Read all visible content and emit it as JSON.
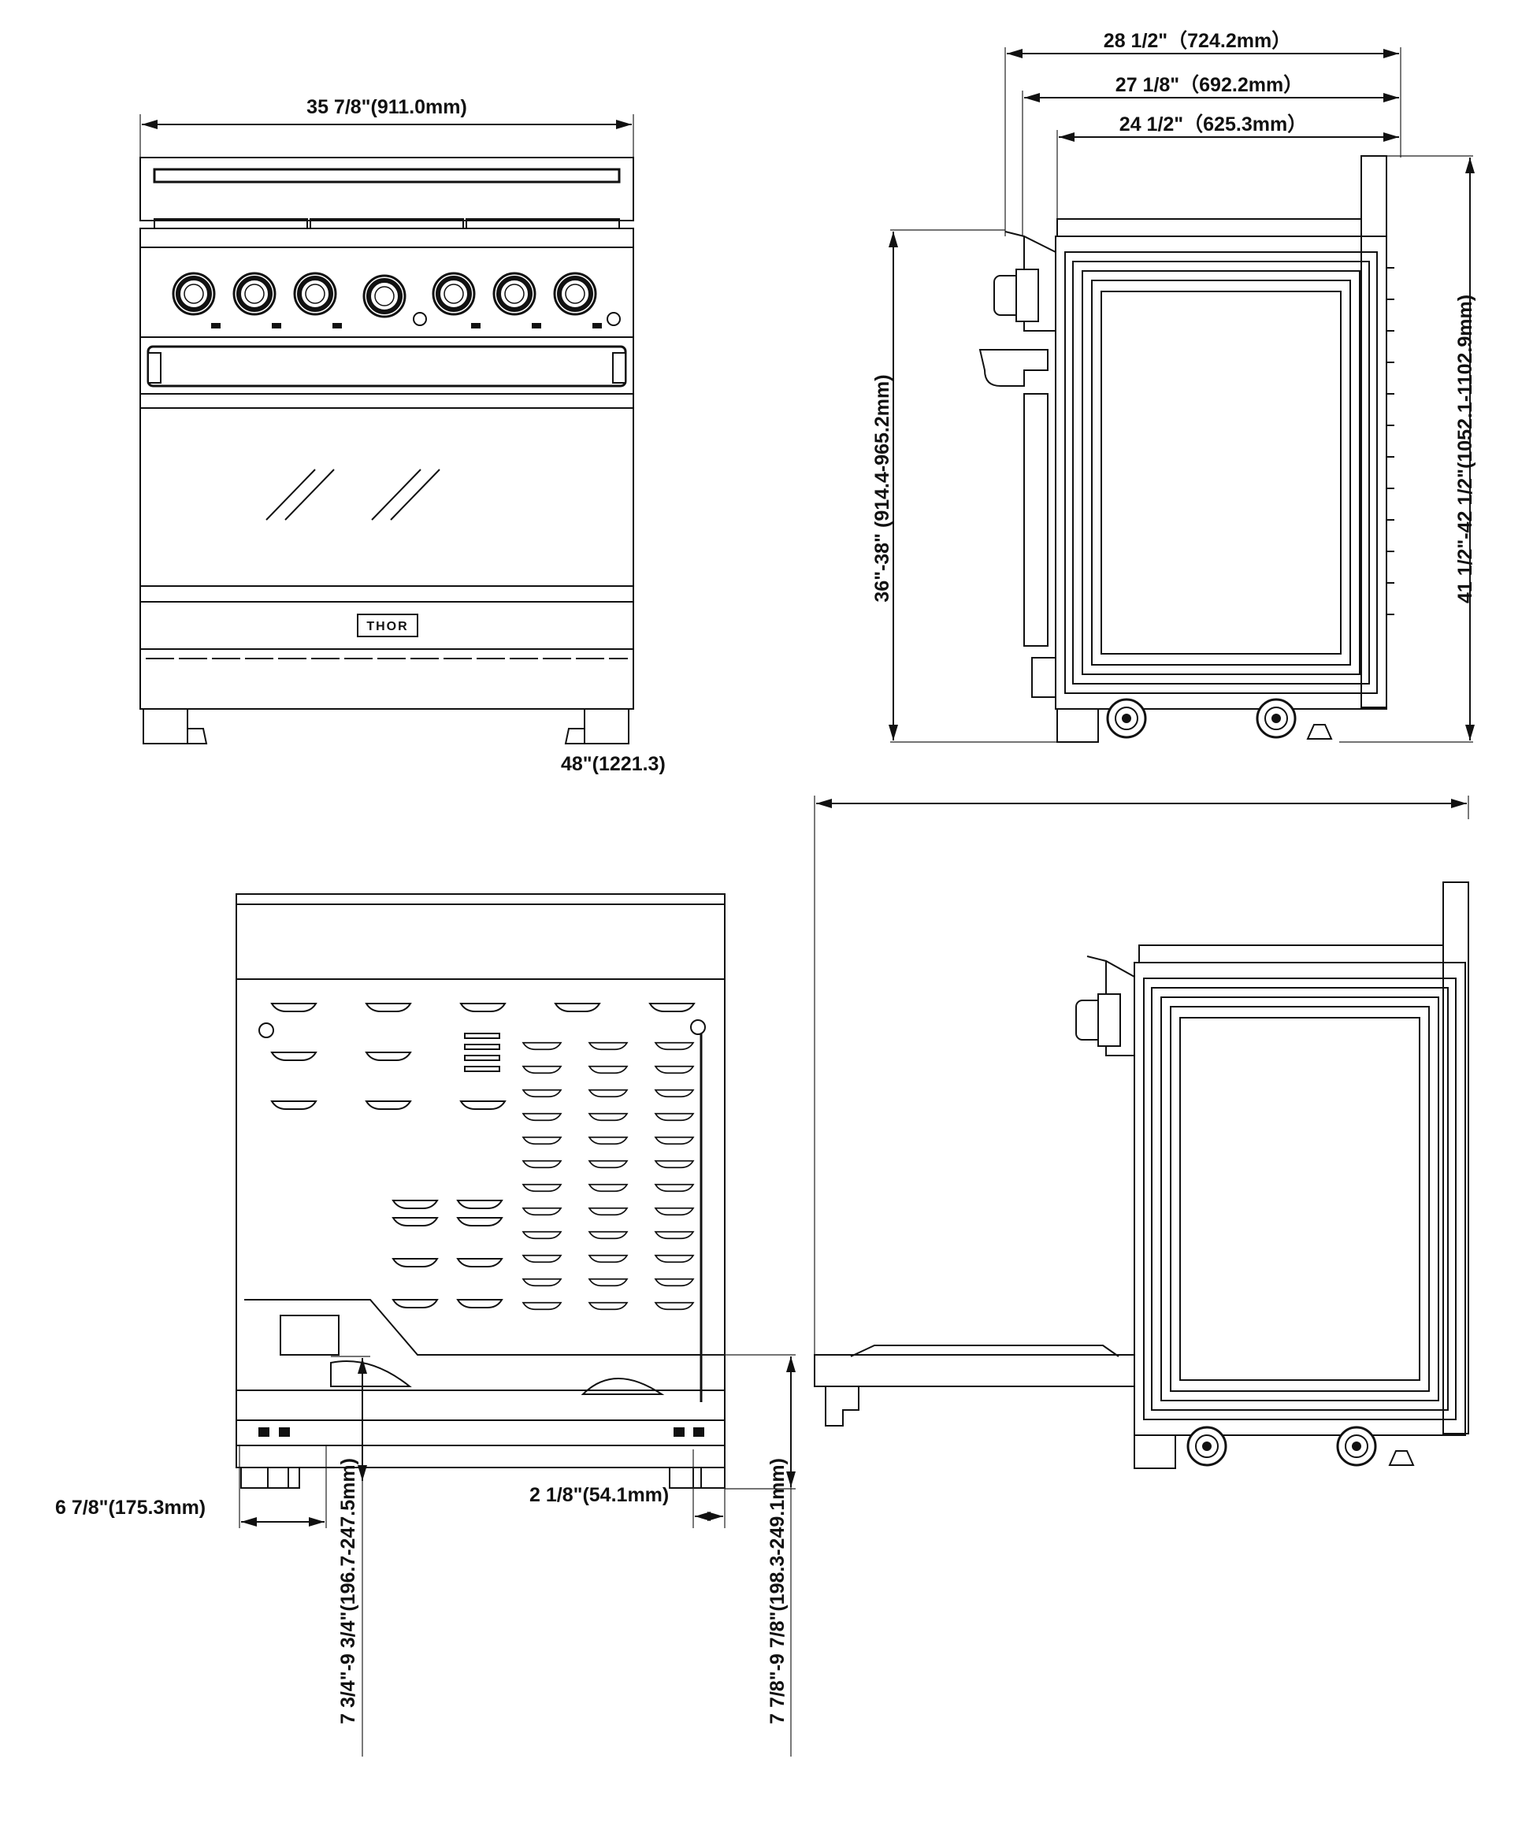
{
  "drawing": {
    "front_view": {
      "width_label": "35 7/8\"(911.0mm)",
      "depth_open_label": "48\"(1221.3)",
      "brand_logo": "THOR"
    },
    "side_view": {
      "overall_depth_label": "28 1/2\"（724.2mm）",
      "body_depth_label": "27 1/8\"（692.2mm）",
      "cabinet_depth_label": "24 1/2\"（625.3mm）",
      "height_label": "36\"-38\" (914.4-965.2mm)",
      "backguard_height_label": "41 1/2\"-42 1/2\"(1052.1-1102.9mm)"
    },
    "rear_view": {
      "leg_offset_label": "6 7/8\"(175.3mm)",
      "leg_inset_label": "2 1/8\"(54.1mm)",
      "inlet_height_left_label": "7 3/4\"-9 3/4\"(196.7-247.5mm)",
      "inlet_height_right_label": "7 7/8\"-9 7/8\"(198.3-249.1mm)"
    }
  }
}
